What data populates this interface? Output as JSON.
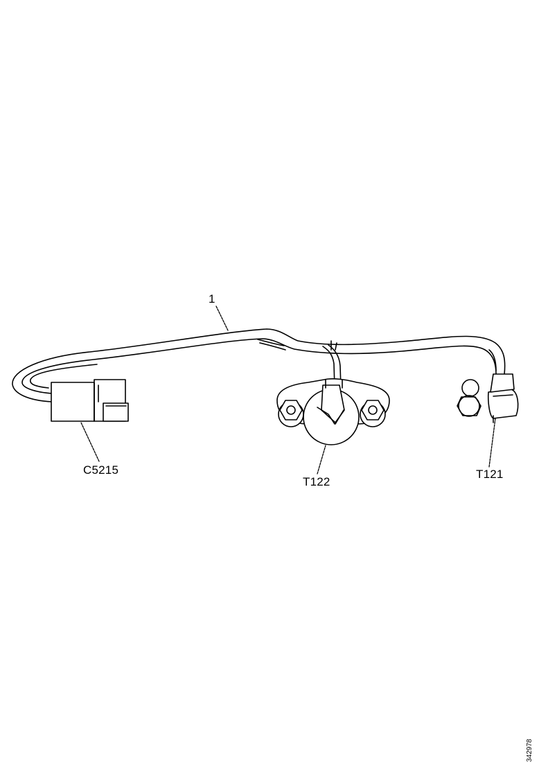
{
  "diagram": {
    "callouts": {
      "harness": "1",
      "connector": "C5215",
      "sensor_center": "T122",
      "sensor_right": "T121"
    },
    "figure_id": "342978"
  },
  "colors": {
    "line": "#000000",
    "background": "#ffffff"
  }
}
